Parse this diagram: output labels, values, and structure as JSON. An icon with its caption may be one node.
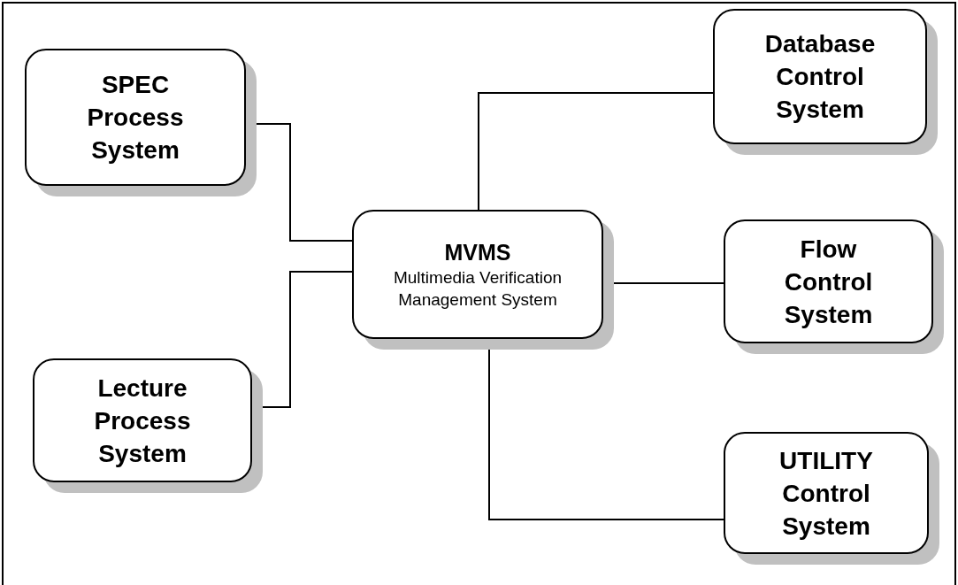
{
  "diagram": {
    "nodes": [
      {
        "text": [
          "SPEC Process System"
        ]
      },
      {
        "text": [
          "Database Control System"
        ]
      },
      {
        "text": [
          "MVMS",
          "Multimedia Verification Management System"
        ]
      },
      {
        "text": [
          "Flow Control System"
        ]
      },
      {
        "text": [
          "Lecture Process System"
        ]
      },
      {
        "text": [
          "UTILITY Control System"
        ]
      }
    ],
    "edges": [
      {
        "from": 0,
        "to": 2,
        "arrow": "none"
      },
      {
        "from": 4,
        "to": 2,
        "arrow": "none"
      },
      {
        "from": 2,
        "to": 1,
        "arrow": "none"
      },
      {
        "from": 2,
        "to": 3,
        "arrow": "none"
      },
      {
        "from": 2,
        "to": 5,
        "arrow": "none"
      }
    ]
  }
}
